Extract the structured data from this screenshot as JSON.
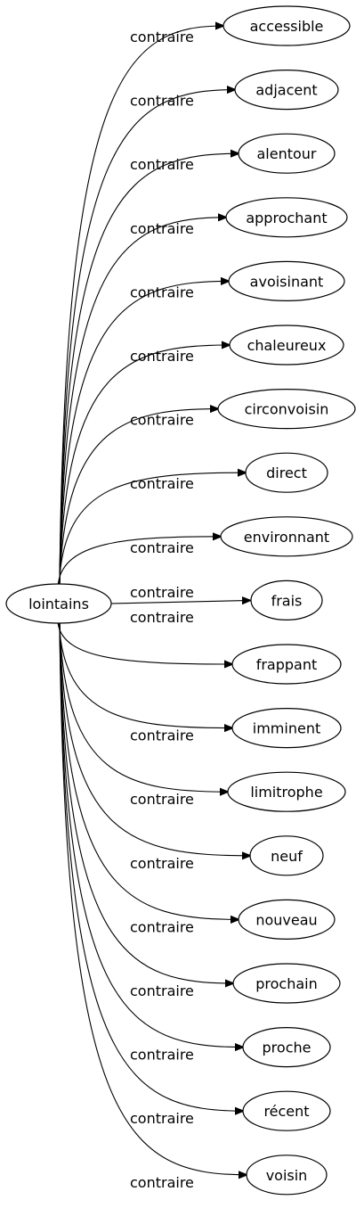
{
  "graph": {
    "source": "lointains",
    "relation": "contraire",
    "targets": [
      "accessible",
      "adjacent",
      "alentour",
      "approchant",
      "avoisinant",
      "chaleureux",
      "circonvoisin",
      "direct",
      "environnant",
      "frais",
      "frappant",
      "imminent",
      "limitrophe",
      "neuf",
      "nouveau",
      "prochain",
      "proche",
      "récent",
      "voisin"
    ],
    "colors": {
      "stroke": "#000000",
      "fill": "#ffffff",
      "text": "#000000"
    }
  }
}
